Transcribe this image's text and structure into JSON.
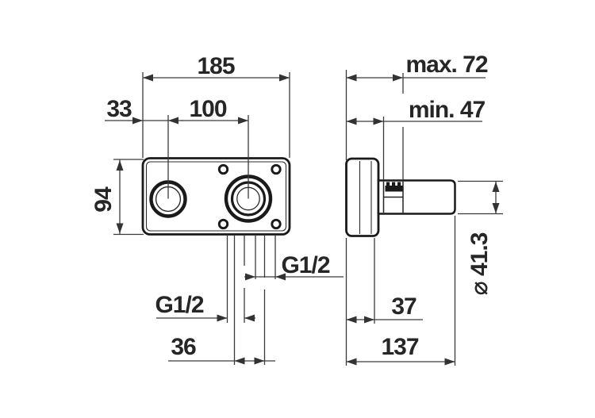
{
  "drawing": {
    "type": "technical-dimension-drawing",
    "subject": "wall-mounted concealed basin mixer (front view and side view)",
    "units": "mm",
    "colors": {
      "background": "#ffffff",
      "outline": "#1a1a1a",
      "dimension_lines": "#3a3a3a",
      "text": "#262626"
    },
    "dims": {
      "total_width": "185",
      "left_offset": "33",
      "hole_spacing": "100",
      "plate_height": "94",
      "depth_max": "max. 72",
      "depth_min": "min. 47",
      "outlet_thread": "G1/2",
      "inlet_thread": "G1/2",
      "pipe_spacing": "36",
      "escutcheon_depth": "37",
      "spout_length": "137",
      "spout_diameter": "⌀ 41.3"
    }
  }
}
